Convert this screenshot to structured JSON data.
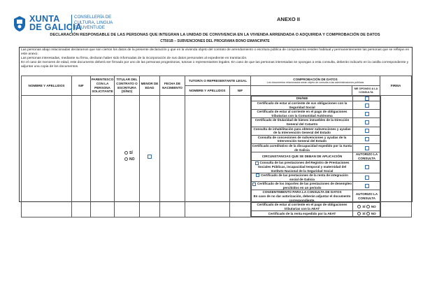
{
  "logo": {
    "line1": "XUNTA",
    "line2": "DE GALICIA",
    "dept_line1": "CONSELLERÍA DE",
    "dept_line2": "CULTURA, LINGUA",
    "dept_line3": "E XUVENTUDE"
  },
  "header": {
    "annex": "ANEXO II",
    "title": "DECLARACIÓN RESPONSABLE DE LAS PERSONAS QUE INTEGRAN LA UNIDAD DE CONVIVENCIA EN LA VIVIENDA ARRENDADA O ADQUIRIDA Y COMPROBACIÓN DE DATOS",
    "subtitle": "CT501B – SUBVENCIONES DEL PROGRAMA BONO EMANCIPATE"
  },
  "intro": [
    "Las personas abajo relacionadas declaramos que son ciertos los datos de la presente declaración y que en la vivienda objeto del contrato de arrendamiento o escritura pública de compraventa residen habitual y permanentemente las personas que se reflejan en este anexo.",
    "Las personas interesadas, mediante su firma, declaran haber sido informadas de la incorporación de sus datos personales al expediente en tramitación.",
    "En el caso de menores de edad, este documento deberá ser firmado por uno de las personas progenitoras, tutoras o representantes legales. En caso de que las personas interesadas se opongan a esta consulta, deberán indicarlo en la casilla correspondiente y adjuntar una copia de los documentos."
  ],
  "table": {
    "col_name": "NOMBRE Y APELLIDOS",
    "col_nif": "NIF",
    "col_parent": "PARENTESCO CON LA PERSONA SOLICITANTE",
    "col_holder": "TITULAR DEL CONTRATO O ESCRITURA (SÍ/NO)",
    "col_minor": "MENOR DE EDAD",
    "col_birth": "FECHA DE NACIMIENTO",
    "col_tutor": "TUTOR/A O REPRESENTANTE LEGAL",
    "col_tutor_name": "NOMBRE Y APELLIDOS",
    "col_tutor_nif": "NIF",
    "col_check": "COMPROBACIÓN DE DATOS",
    "col_check_sub": "Los documentos relacionados serán objeto de consulta a las administraciones públicas",
    "col_oppose": "ME OPONGO A LA CONSULTA",
    "col_sign": "FIRMA",
    "opt_yes": "SÍ",
    "opt_no": "NO"
  },
  "docs": {
    "dni": "DNI/NIE",
    "item1": "Certificado de estar al corriente de sus obligaciones con la Seguridad Social",
    "item2": "Certificado de estar al corriente en el pago de obligaciones tributarias con la Comunidad Autónoma",
    "item3": "Certificado de titularidad de bienes inmuebles de la Dirección General del Catastro",
    "item4": "Consulta de inhabilitación para obtener subvenciones y ayudas de la Intervención General del Estado",
    "item5": "Consulta de concesiones de subvenciones y ayudas de la Intervención General del Estado",
    "item6": "Certificado acreditativo de la discapacidad expedido por la Xunta de Galicia",
    "circ_header": "CIRCUNSTANCIAS QUE SE DEBAN DE APLICACIÓN",
    "authorize": "AUTORIZO LA CONSULTA",
    "circ1": "Consulta de las prestaciones del Registro de Prestaciones Sociales Públicas, incapacidad temporal y maternidad del Instituto Nacional de la Seguridad Social",
    "circ2": "Certificado de las prestaciones de la renta de integración social de Galicia",
    "circ3": "Certificado de los importes de las prestaciones de desempleo percibidos en un período",
    "consent_header": "CONSENTIMIENTO PARA LA CONSULTA DE DATOS",
    "consent_sub": "En caso de no dar autorización, deberán adjuntar el documento correspondiente.",
    "consent1": "Certificado de estar al corriente en el pago de obligaciones tributarias con la AEAT",
    "consent2": "Certificado de la renta expedido por la AEAT",
    "yes": "SÍ",
    "no": "NO"
  }
}
